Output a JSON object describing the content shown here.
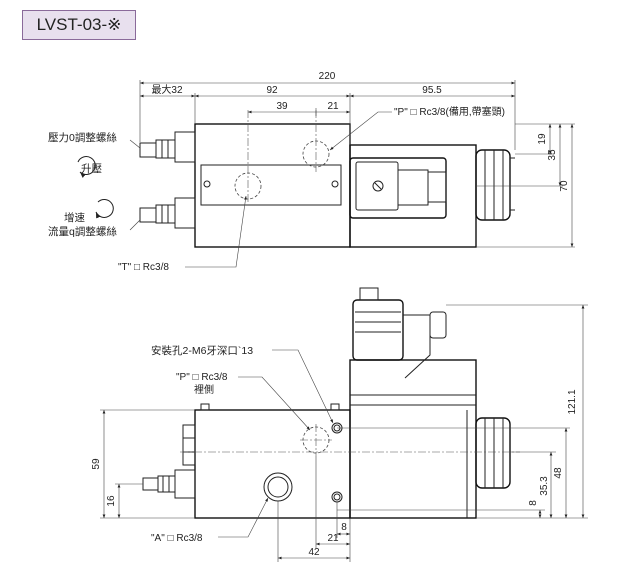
{
  "title": "LVST-03-※",
  "top_view": {
    "dims": {
      "overall": "220",
      "max": "最大32",
      "d92": "92",
      "d95_5": "95.5",
      "d39": "39",
      "d21": "21",
      "d19": "19",
      "d35": "35",
      "d70": "70"
    },
    "labels": {
      "p_port": "\"P\" □ Rc3/8(備用,帶塞頭)",
      "pressure_adj": "壓力0調整螺絲",
      "raise": "升壓",
      "speed_up": "增速",
      "flow_adj": "流量q調整螺絲",
      "t_port": "\"T\" □ Rc3/8"
    }
  },
  "front_view": {
    "dims": {
      "d121_1": "121.1",
      "d59": "59",
      "d16": "16",
      "d35_3": "35.3",
      "d48": "48",
      "d8_right": "8",
      "d8_bottom": "8",
      "d21": "21",
      "d42": "42"
    },
    "labels": {
      "mount_holes": "安裝孔2-M6牙深口`13",
      "p_port": "\"P\" □ Rc3/8",
      "p_port_note": "裡側",
      "a_port": "\"A\" □ Rc3/8"
    }
  }
}
